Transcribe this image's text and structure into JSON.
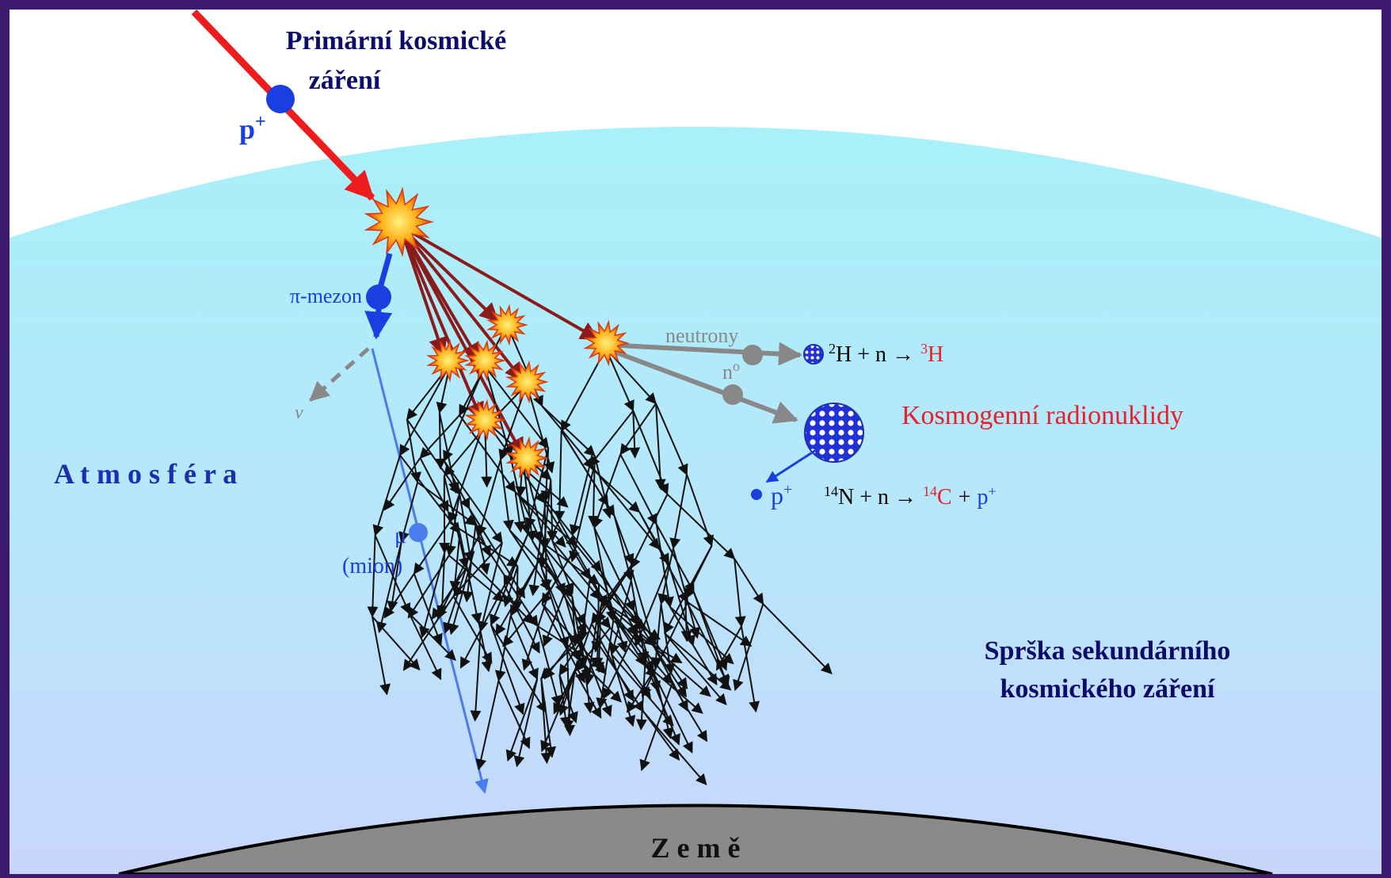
{
  "labels": {
    "primary_line1": "Primární kosmické",
    "primary_line2": "záření",
    "proton_primary": "p",
    "proton_sup": "+",
    "pion": "π-mezon",
    "neutrino": "ν",
    "atmosphere": "A t m o s f é r a",
    "muon_symbol": "μ",
    "muon_name": "(mion)",
    "neutrons": "neutrony",
    "neutron_n": "n",
    "neutron_sup": "o",
    "radionuclides": "Kosmogenní radionuklidy",
    "shower_line1": "Sprška sekundárního",
    "shower_line2": "kosmického záření",
    "earth": "Z e m ě",
    "proton_out": "p",
    "proton_out_sup": "+"
  },
  "reaction1": {
    "pre_sup": "2",
    "pre": "H + n →",
    "prod_sup": "3",
    "prod": "H"
  },
  "reaction2": {
    "pre_sup": "14",
    "pre": "N + n →",
    "prod_sup": "14",
    "prod": "C",
    "plus": "+",
    "p": "p",
    "p_sup": "+"
  },
  "colors": {
    "frame": "#3b1a6e",
    "sky_top": "#ffffff",
    "atmosphere_top": "#aaf0f8",
    "atmosphere_bottom": "#c6d8fb",
    "earth": "#8a8a8a",
    "primary_ray": "#ee1c1c",
    "cascade": "#8b1a1a",
    "secondary": "#111111",
    "pion": "#1a3fe0",
    "muon": "#4a7cf0",
    "neutron": "#888888",
    "title": "#0b0b6b",
    "red_text": "#e8202a",
    "atmosphere_text": "#1b2fb0"
  }
}
